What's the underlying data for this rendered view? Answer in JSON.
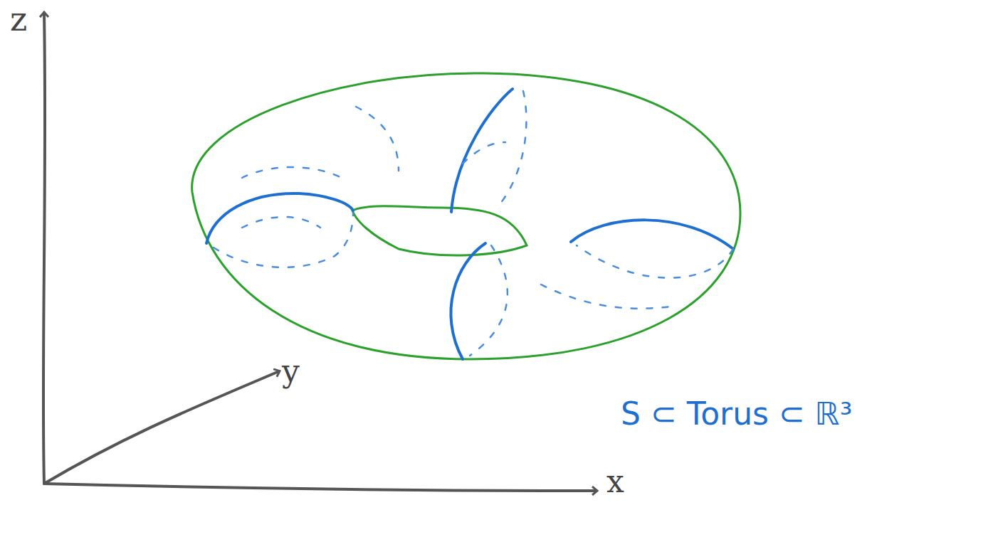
{
  "diagram": {
    "labels": [
      "z",
      "y",
      "x",
      "S ⊂ Torus ⊂ ℝ³"
    ]
  }
}
